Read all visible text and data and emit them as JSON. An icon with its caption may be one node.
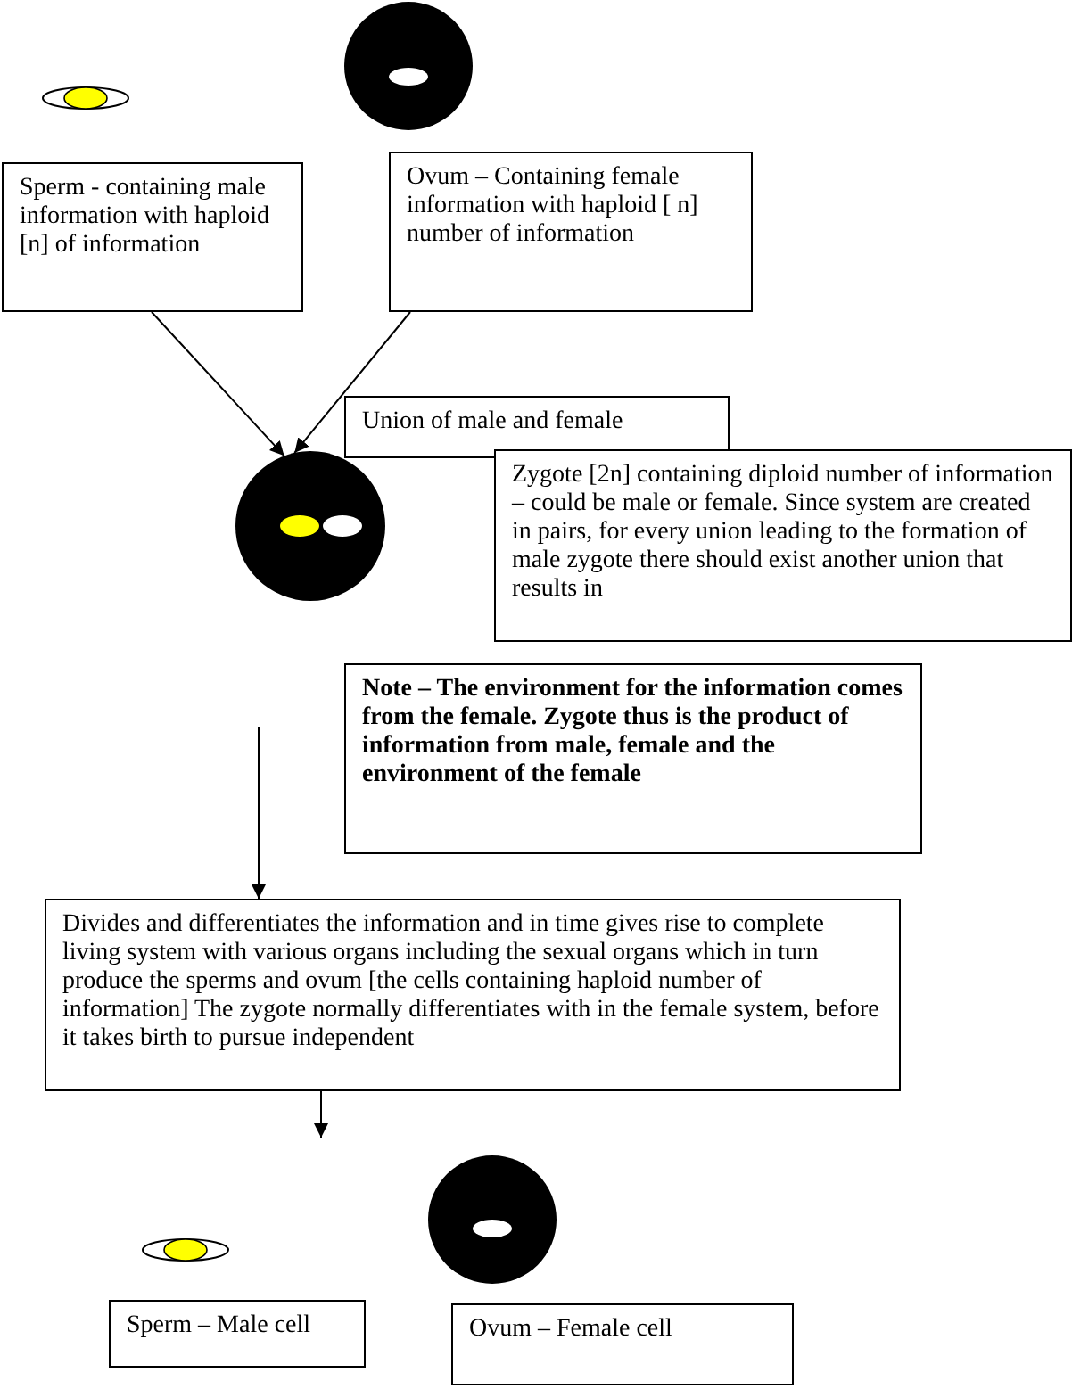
{
  "diagram": {
    "nodes": [
      {
        "text": [],
        "shape": "ellipse"
      },
      {
        "text": [],
        "shape": "circle"
      },
      {
        "text": [
          "Sperm - containing male information with haploid [n] of information"
        ]
      },
      {
        "text": [
          "Ovum – Containing female information with haploid [ n] number of information"
        ]
      },
      {
        "text": [
          "Union of male and female"
        ]
      },
      {
        "text": [],
        "shape": "circle"
      },
      {
        "text": [
          "Zygote [2n] containing diploid number of information – could be male or female. Since system are created in pairs, for every union leading to the formation of male zygote there should exist another union that results in"
        ]
      },
      {
        "text": [
          "Note – The environment for the information comes from the female. Zygote thus is the product of information from male, female and the environment of the female"
        ]
      },
      {
        "text": [
          "Divides and differentiates the information and in time gives rise to complete living system with various organs including the sexual organs which in turn produce the sperms and ovum [the cells containing haploid number of information] The zygote normally differentiates with in the female system, before it takes birth to pursue independent"
        ]
      },
      {
        "text": [],
        "shape": "ellipse"
      },
      {
        "text": [],
        "shape": "circle"
      },
      {
        "text": [
          "Sperm – Male cell"
        ]
      },
      {
        "text": [
          "Ovum – Female cell"
        ]
      }
    ],
    "edges": [
      {
        "from": 2,
        "to": 5,
        "arrow": "to"
      },
      {
        "from": 3,
        "to": 5,
        "arrow": "to"
      },
      {
        "from": null,
        "to": 8,
        "arrow": "to"
      },
      {
        "from": 8,
        "to": null,
        "arrow": "to"
      }
    ]
  }
}
